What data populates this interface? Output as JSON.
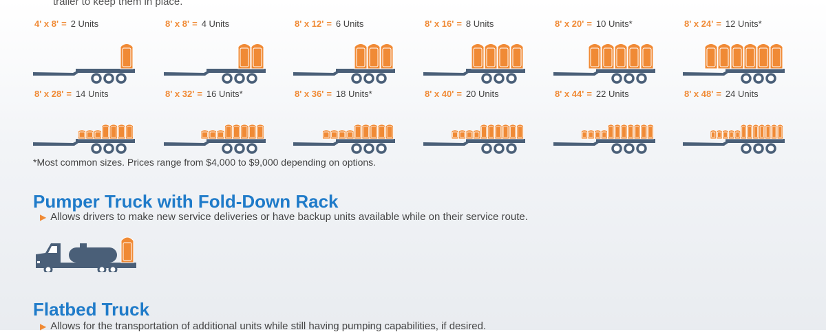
{
  "intro": {
    "text": "trailer to keep them in place."
  },
  "trailers": [
    {
      "size": "4' x 8'",
      "eq": "=",
      "units": "2 Units",
      "count": 2
    },
    {
      "size": "8' x 8'",
      "eq": "=",
      "units": "4 Units",
      "count": 4
    },
    {
      "size": "8' x 12'",
      "eq": "=",
      "units": "6 Units",
      "count": 6
    },
    {
      "size": "8' x 16'",
      "eq": "=",
      "units": "8 Units",
      "count": 8
    },
    {
      "size": "8' x 20'",
      "eq": "=",
      "units": "10 Units*",
      "count": 10
    },
    {
      "size": "8' x 24'",
      "eq": "=",
      "units": "12 Units*",
      "count": 12
    },
    {
      "size": "8' x 28'",
      "eq": "=",
      "units": "14 Units",
      "count": 14
    },
    {
      "size": "8' x 32'",
      "eq": "=",
      "units": "16 Units*",
      "count": 16
    },
    {
      "size": "8' x 36'",
      "eq": "=",
      "units": "18 Units*",
      "count": 18
    },
    {
      "size": "8' x 40'",
      "eq": "=",
      "units": "20 Units",
      "count": 20
    },
    {
      "size": "8' x 44'",
      "eq": "=",
      "units": "22 Units",
      "count": 22
    },
    {
      "size": "8' x 48'",
      "eq": "=",
      "units": "24 Units",
      "count": 24
    }
  ],
  "note": "*Most common sizes. Prices range from $4,000 to $9,000 depending on options.",
  "pumper": {
    "title": "Pumper Truck with Fold-Down Rack",
    "bullet": "Allows drivers to make new service deliveries or have backup units available while on their service route."
  },
  "flatbed": {
    "title": "Flatbed Truck",
    "bullet": "Allows for the transportation of additional units while still having pumping capabilities, if desired."
  },
  "colors": {
    "accent": "#f08a35",
    "title": "#1f7bc9",
    "truck": "#4a5f78"
  }
}
